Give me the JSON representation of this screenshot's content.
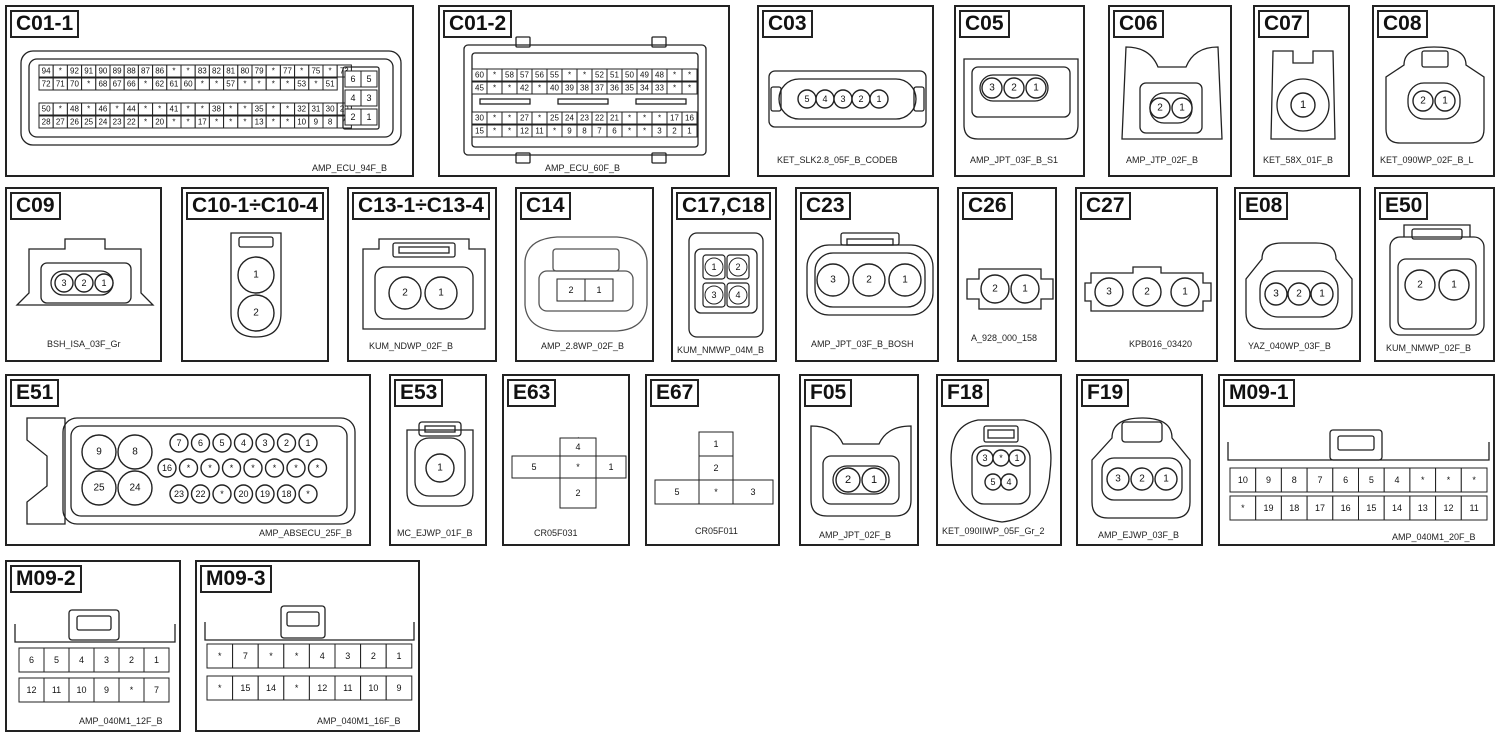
{
  "connectors": {
    "c01_1": {
      "id": "C01-1",
      "part": "AMP_ECU_94F_B",
      "pins": {
        "r1": [
          "94",
          "*",
          "92",
          "91",
          "90",
          "89",
          "88",
          "87",
          "86",
          "*",
          "*",
          "83",
          "82",
          "81",
          "80",
          "79",
          "*",
          "77",
          "*",
          "75",
          "*",
          "73"
        ],
        "r2": [
          "72",
          "71",
          "70",
          "*",
          "68",
          "67",
          "66",
          "*",
          "62",
          "61",
          "60",
          "*",
          "*",
          "57",
          "*",
          "*",
          "*",
          "*",
          "53",
          "*",
          "51"
        ],
        "r3": [
          "50",
          "*",
          "48",
          "*",
          "46",
          "*",
          "44",
          "*",
          "*",
          "41",
          "*",
          "*",
          "38",
          "*",
          "*",
          "35",
          "*",
          "*",
          "32",
          "31",
          "30",
          "29"
        ],
        "r4": [
          "28",
          "27",
          "26",
          "25",
          "24",
          "23",
          "22",
          "*",
          "20",
          "*",
          "*",
          "17",
          "*",
          "*",
          "*",
          "13",
          "*",
          "*",
          "10",
          "9",
          "8",
          "*"
        ],
        "side": [
          "6",
          "5",
          "4",
          "3",
          "2",
          "1"
        ]
      }
    },
    "c01_2": {
      "id": "C01-2",
      "part": "AMP_ECU_60F_B",
      "pins": {
        "r1": [
          "60",
          "*",
          "58",
          "57",
          "56",
          "55",
          "*",
          "*",
          "52",
          "51",
          "50",
          "49",
          "48",
          "*",
          "*"
        ],
        "r2": [
          "45",
          "*",
          "*",
          "42",
          "*",
          "40",
          "39",
          "38",
          "37",
          "36",
          "35",
          "34",
          "33",
          "*",
          "*"
        ],
        "r3": [
          "30",
          "*",
          "*",
          "27",
          "*",
          "25",
          "24",
          "23",
          "22",
          "21",
          "*",
          "*",
          "*",
          "17",
          "16"
        ],
        "r4": [
          "15",
          "*",
          "*",
          "12",
          "11",
          "*",
          "9",
          "8",
          "7",
          "6",
          "*",
          "*",
          "3",
          "2",
          "1"
        ]
      }
    },
    "c03": {
      "id": "C03",
      "part": "KET_SLK2.8_05F_B_CODEB",
      "pins": [
        "5",
        "4",
        "3",
        "2",
        "1"
      ]
    },
    "c05": {
      "id": "C05",
      "part": "AMP_JPT_03F_B_S1",
      "pins": [
        "3",
        "2",
        "1"
      ]
    },
    "c06": {
      "id": "C06",
      "part": "AMP_JTP_02F_B",
      "pins": [
        "2",
        "1"
      ]
    },
    "c07": {
      "id": "C07",
      "part": "KET_58X_01F_B",
      "pins": [
        "1"
      ]
    },
    "c08": {
      "id": "C08",
      "part": "KET_090WP_02F_B_L",
      "pins": [
        "2",
        "1"
      ]
    },
    "c09": {
      "id": "C09",
      "part": "BSH_ISA_03F_Gr",
      "pins": [
        "3",
        "2",
        "1"
      ]
    },
    "c10": {
      "id": "C10-1÷C10-4",
      "part": "",
      "pins": [
        "1",
        "2"
      ]
    },
    "c13": {
      "id": "C13-1÷C13-4",
      "part": "KUM_NDWP_02F_B",
      "pins": [
        "2",
        "1"
      ]
    },
    "c14": {
      "id": "C14",
      "part": "AMP_2.8WP_02F_B",
      "pins": [
        "2",
        "1"
      ]
    },
    "c17": {
      "id": "C17,C18",
      "part": "KUM_NMWP_04M_B",
      "pins": [
        "1",
        "2",
        "3",
        "4"
      ]
    },
    "c23": {
      "id": "C23",
      "part": "AMP_JPT_03F_B_BOSH",
      "pins": [
        "3",
        "2",
        "1"
      ]
    },
    "c26": {
      "id": "C26",
      "part": "A_928_000_158",
      "pins": [
        "2",
        "1"
      ]
    },
    "c27": {
      "id": "C27",
      "part": "KPB016_03420",
      "pins": [
        "3",
        "2",
        "1"
      ]
    },
    "e08": {
      "id": "E08",
      "part": "YAZ_040WP_03F_B",
      "pins": [
        "3",
        "2",
        "1"
      ]
    },
    "e50": {
      "id": "E50",
      "part": "KUM_NMWP_02F_B",
      "pins": [
        "2",
        "1"
      ]
    },
    "e51": {
      "id": "E51",
      "part": "AMP_ABSECU_25F_B",
      "pins": {
        "big": [
          "9",
          "8",
          "25",
          "24"
        ],
        "r1": [
          "7",
          "6",
          "5",
          "4",
          "3",
          "2",
          "1"
        ],
        "r2": [
          "16",
          "*",
          "*",
          "*",
          "*",
          "*",
          "*",
          "*"
        ],
        "r3": [
          "23",
          "22",
          "*",
          "20",
          "19",
          "18",
          "*"
        ]
      }
    },
    "e53": {
      "id": "E53",
      "part": "MC_EJWP_01F_B",
      "pins": [
        "1"
      ]
    },
    "e63": {
      "id": "E63",
      "part": "CR05F031",
      "pins": [
        "4",
        "5",
        "*",
        "1",
        "2"
      ]
    },
    "e67": {
      "id": "E67",
      "part": "CR05F011",
      "pins": [
        "1",
        "2",
        "5",
        "*",
        "3"
      ]
    },
    "f05": {
      "id": "F05",
      "part": "AMP_JPT_02F_B",
      "pins": [
        "2",
        "1"
      ]
    },
    "f18": {
      "id": "F18",
      "part": "KET_090IIWP_05F_Gr_2",
      "pins": [
        "3",
        "*",
        "1",
        "5",
        "4"
      ]
    },
    "f19": {
      "id": "F19",
      "part": "AMP_EJWP_03F_B",
      "pins": [
        "3",
        "2",
        "1"
      ]
    },
    "m09_1": {
      "id": "M09-1",
      "part": "AMP_040M1_20F_B",
      "pins": {
        "r1": [
          "10",
          "9",
          "8",
          "7",
          "6",
          "5",
          "4",
          "*",
          "*",
          "*"
        ],
        "r2": [
          "*",
          "19",
          "18",
          "17",
          "16",
          "15",
          "14",
          "13",
          "12",
          "11"
        ]
      }
    },
    "m09_2": {
      "id": "M09-2",
      "part": "AMP_040M1_12F_B",
      "pins": {
        "r1": [
          "6",
          "5",
          "4",
          "3",
          "2",
          "1"
        ],
        "r2": [
          "12",
          "11",
          "10",
          "9",
          "*",
          "7"
        ]
      }
    },
    "m09_3": {
      "id": "M09-3",
      "part": "AMP_040M1_16F_B",
      "pins": {
        "r1": [
          "*",
          "7",
          "*",
          "*",
          "4",
          "3",
          "2",
          "1"
        ],
        "r2": [
          "*",
          "15",
          "14",
          "*",
          "12",
          "11",
          "10",
          "9"
        ]
      }
    }
  }
}
